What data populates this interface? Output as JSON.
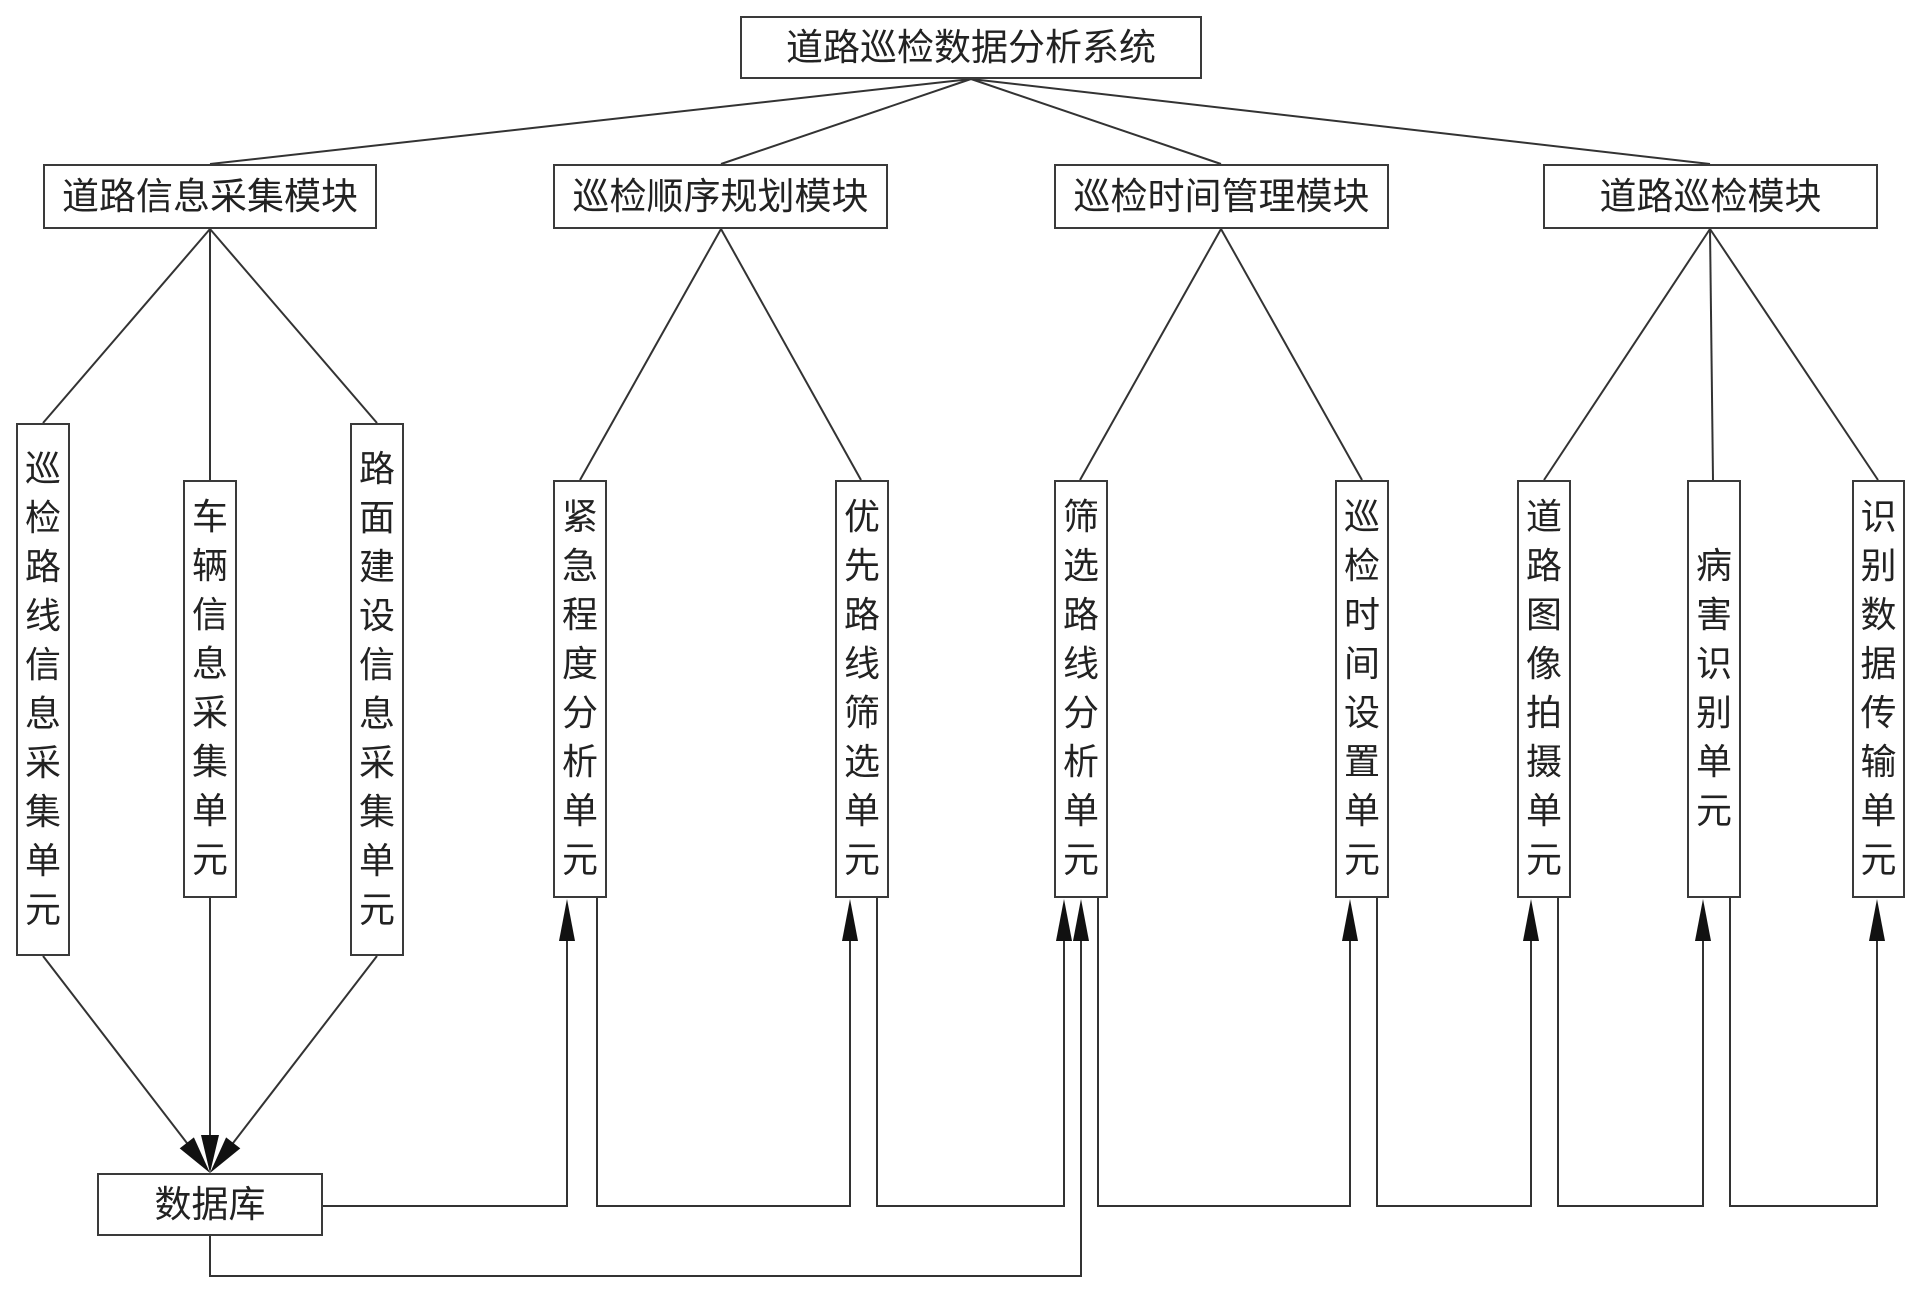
{
  "system": {
    "title": "道路巡检数据分析系统"
  },
  "modules": [
    {
      "label": "道路信息采集模块",
      "units": [
        {
          "label": "巡检路线信息采集单元"
        },
        {
          "label": "车辆信息采集单元"
        },
        {
          "label": "路面建设信息采集单元"
        }
      ]
    },
    {
      "label": "巡检顺序规划模块",
      "units": [
        {
          "label": "紧急程度分析单元"
        },
        {
          "label": "优先路线筛选单元"
        }
      ]
    },
    {
      "label": "巡检时间管理模块",
      "units": [
        {
          "label": "筛选路线分析单元"
        },
        {
          "label": "巡检时间设置单元"
        }
      ]
    },
    {
      "label": "道路巡检模块",
      "units": [
        {
          "label": "道路图像拍摄单元"
        },
        {
          "label": "病害识别单元"
        },
        {
          "label": "识别数据传输单元"
        }
      ]
    }
  ],
  "database": {
    "label": "数据库"
  }
}
